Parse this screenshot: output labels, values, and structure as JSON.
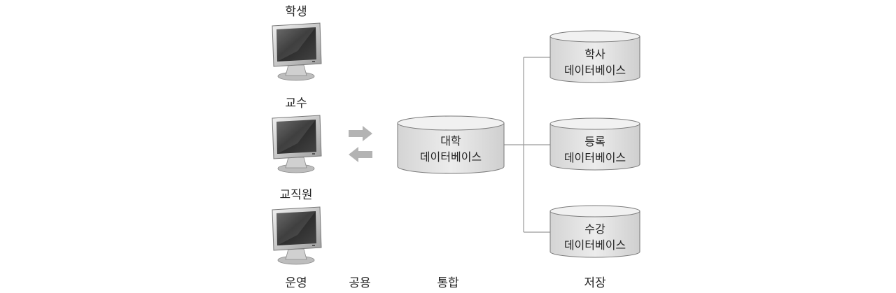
{
  "users": [
    {
      "label": "학생"
    },
    {
      "label": "교수"
    },
    {
      "label": "교직원"
    }
  ],
  "central_db": {
    "line1": "대학",
    "line2": "데이터베이스"
  },
  "storage_dbs": [
    {
      "line1": "학사",
      "line2": "데이터베이스"
    },
    {
      "line1": "등록",
      "line2": "데이터베이스"
    },
    {
      "line1": "수강",
      "line2": "데이터베이스"
    }
  ],
  "captions": {
    "operation": "운영",
    "sharing": "공용",
    "integration": "통합",
    "storage": "저장"
  },
  "colors": {
    "cylinder_fill": "#e2e2e2",
    "cylinder_stroke": "#7a7a7a",
    "arrow": "#b3b3b3",
    "connector": "#9a9a9a",
    "monitor_bezel": "#c8c8c8",
    "monitor_screen": "#3a3a3a"
  }
}
